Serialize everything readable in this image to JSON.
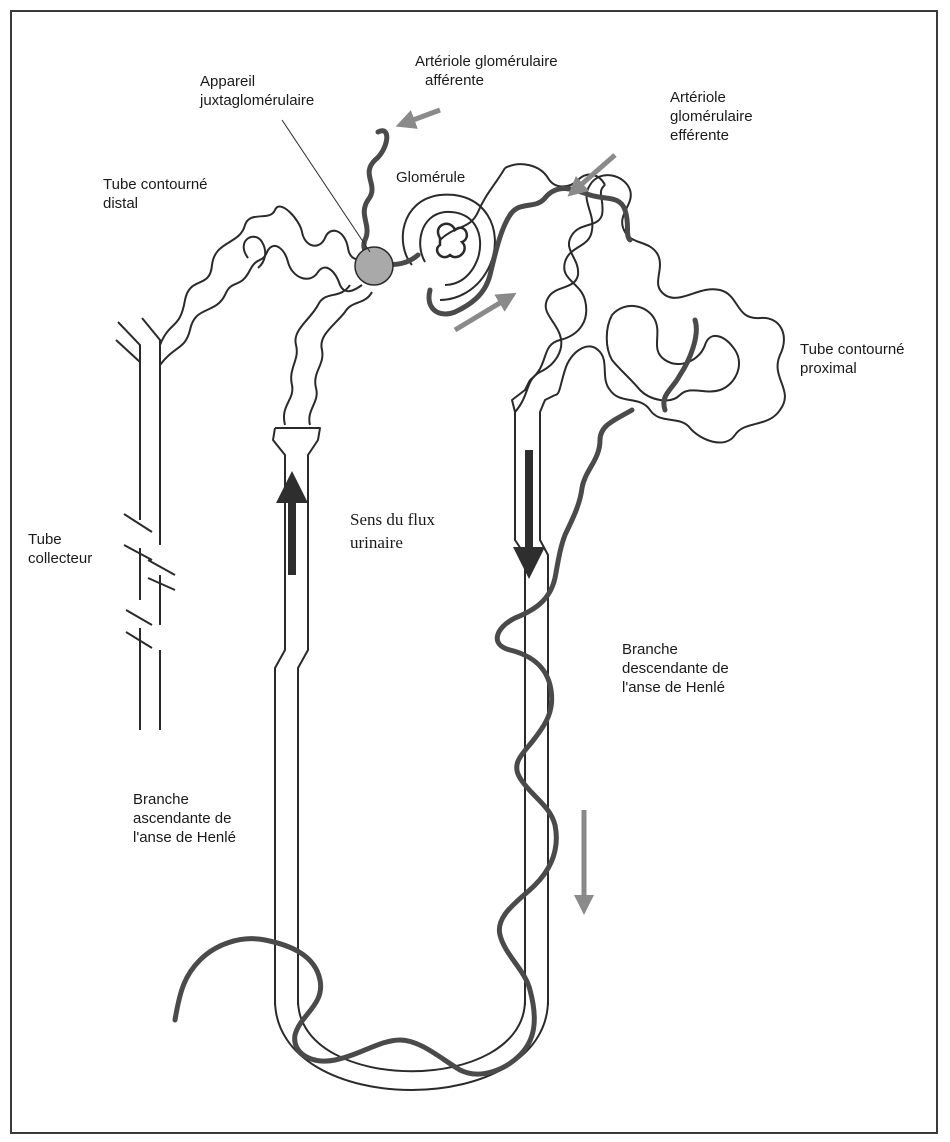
{
  "labels": {
    "appareil": [
      "Appareil",
      "juxtaglomérulaire"
    ],
    "afferente": [
      "Artériole glomérulaire",
      "afférente"
    ],
    "efferente": [
      "Artériole",
      "glomérulaire",
      "efférente"
    ],
    "glomerule": [
      "Glomérule"
    ],
    "distal": [
      "Tube  contourné",
      "distal"
    ],
    "proximal": [
      "Tube  contourné",
      "proximal"
    ],
    "collecteur": [
      "Tube",
      "collecteur"
    ],
    "flux": [
      "Sens du flux",
      "urinaire"
    ],
    "descendante": [
      "Branche",
      "descendante de",
      "l'anse de Henlé"
    ],
    "ascendante": [
      "Branche",
      "ascendante de",
      "l'anse de Henlé"
    ]
  },
  "colors": {
    "outline": "#2a2a2a",
    "vessel": "#4a4a4a",
    "arrow_dark": "#2e2e2e",
    "arrow_gray": "#8a8a8a",
    "juxta_fill": "#a9a9a9"
  }
}
